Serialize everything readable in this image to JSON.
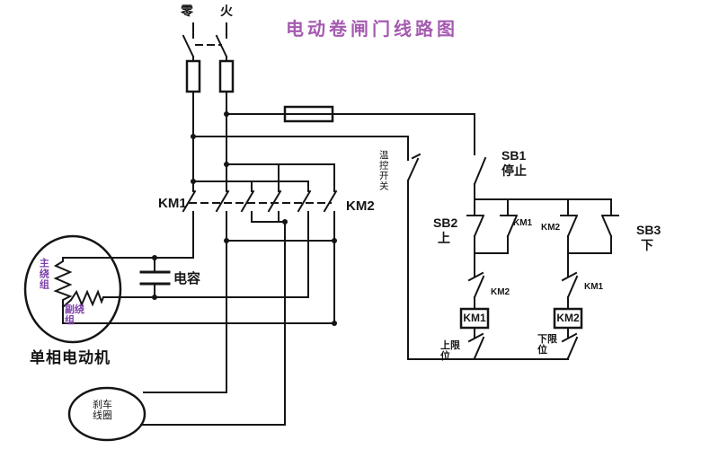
{
  "title": "电动卷闸门线路图",
  "supply": {
    "neutral": "零",
    "live": "火"
  },
  "contactors": {
    "km1": "KM1",
    "km2": "KM2"
  },
  "motor": {
    "label": "单相电动机",
    "main_winding": "主绕组",
    "aux_winding": "副绕组",
    "capacitor": "电容"
  },
  "brake_coil": "刹车线圈",
  "control": {
    "temp_switch": "温控开关",
    "sb1": "SB1",
    "sb1_action": "停止",
    "sb2": "SB2",
    "sb2_action": "上",
    "sb3": "SB3",
    "sb3_action": "下",
    "km1_holding": "KM1",
    "km2_holding": "KM2",
    "km2_interlock": "KM2",
    "km1_interlock": "KM1",
    "km1_coil": "KM1",
    "km2_coil": "KM2",
    "upper_limit": "上限位",
    "lower_limit": "下限位"
  },
  "colors": {
    "title_text": "#a55bb0",
    "winding_text": "#7b3fa8",
    "wire": "#151515",
    "background": "#ffffff"
  }
}
